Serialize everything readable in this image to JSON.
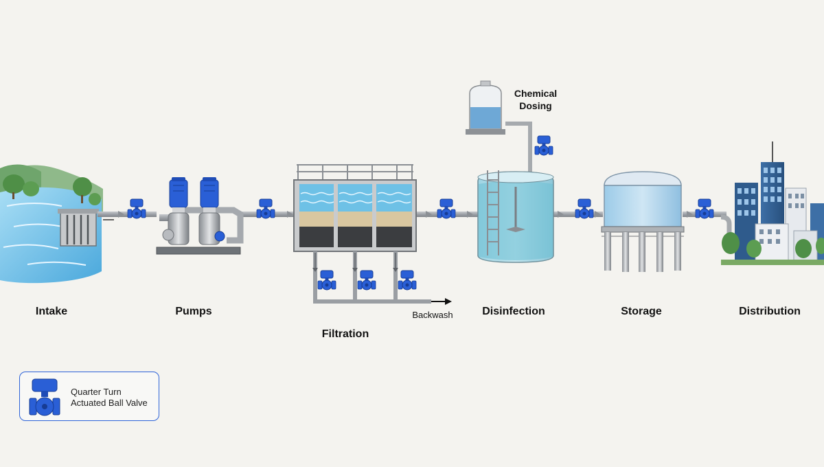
{
  "stages": {
    "intake": "Intake",
    "pumps": "Pumps",
    "filtration": "Filtration",
    "disinfection": "Disinfection",
    "storage": "Storage",
    "distribution": "Distribution"
  },
  "chemical_dosing": {
    "line1": "Chemical",
    "line2": "Dosing"
  },
  "backwash": "Backwash",
  "legend": {
    "line1": "Quarter Turn",
    "line2": "Actuated Ball Valve"
  },
  "icons": {
    "valve": "quarter-turn-actuated-ball-valve-icon",
    "flow_arrow": "flow-arrow-icon"
  },
  "colors": {
    "valve_blue": "#2a5fd6",
    "pipe_gray": "#9a9ea3",
    "water_blue": "#7fc4e6",
    "background": "#f4f3ef"
  }
}
